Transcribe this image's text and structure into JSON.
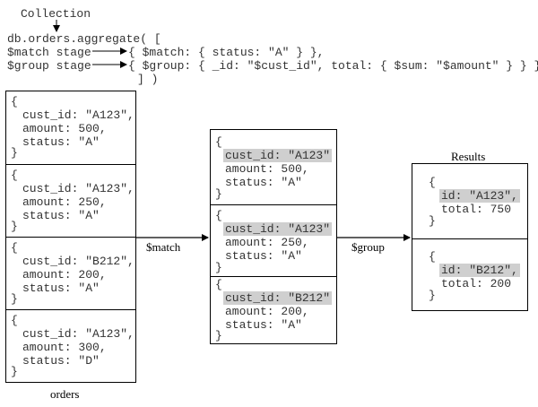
{
  "header": {
    "collection_label": "Collection",
    "command": "db.orders.aggregate( [",
    "match_stage_label": "$match stage",
    "match_stage_code": "{ $match: { status: \"A\" } },",
    "group_stage_label": "$group stage",
    "group_stage_code": "{ $group: { _id: \"$cust_id\", total: { $sum: \"$amount\" } } }",
    "closing": "] )"
  },
  "orders": {
    "caption": "orders",
    "docs": [
      {
        "open": "{",
        "lines": [
          "cust_id: \"A123\",",
          "amount: 500,",
          "status: \"A\""
        ],
        "close": "}"
      },
      {
        "open": "{",
        "lines": [
          "cust_id: \"A123\",",
          "amount: 250,",
          "status: \"A\""
        ],
        "close": "}"
      },
      {
        "open": "{",
        "lines": [
          "cust_id: \"B212\",",
          "amount: 200,",
          "status: \"A\""
        ],
        "close": "}"
      },
      {
        "open": "{",
        "lines": [
          "cust_id: \"A123\",",
          "amount: 300,",
          "status: \"D\""
        ],
        "close": "}"
      }
    ]
  },
  "match_arrow_label": "$match",
  "matched": {
    "docs": [
      {
        "open": "{",
        "lines": [
          "cust_id: \"A123\"",
          "amount: 500,",
          "status: \"A\""
        ],
        "close": "}"
      },
      {
        "open": "{",
        "lines": [
          "cust_id: \"A123\"",
          "amount: 250,",
          "status: \"A\""
        ],
        "close": "}"
      },
      {
        "open": "{",
        "lines": [
          "cust_id: \"B212\"",
          "amount: 200,",
          "status: \"A\""
        ],
        "close": "}"
      }
    ]
  },
  "group_arrow_label": "$group",
  "results": {
    "caption": "Results",
    "docs": [
      {
        "open": "{",
        "lines": [
          "id: \"A123\",",
          "total: 750"
        ],
        "close": "}"
      },
      {
        "open": "{",
        "lines": [
          "id: \"B212\",",
          "total: 200"
        ],
        "close": "}"
      }
    ]
  }
}
